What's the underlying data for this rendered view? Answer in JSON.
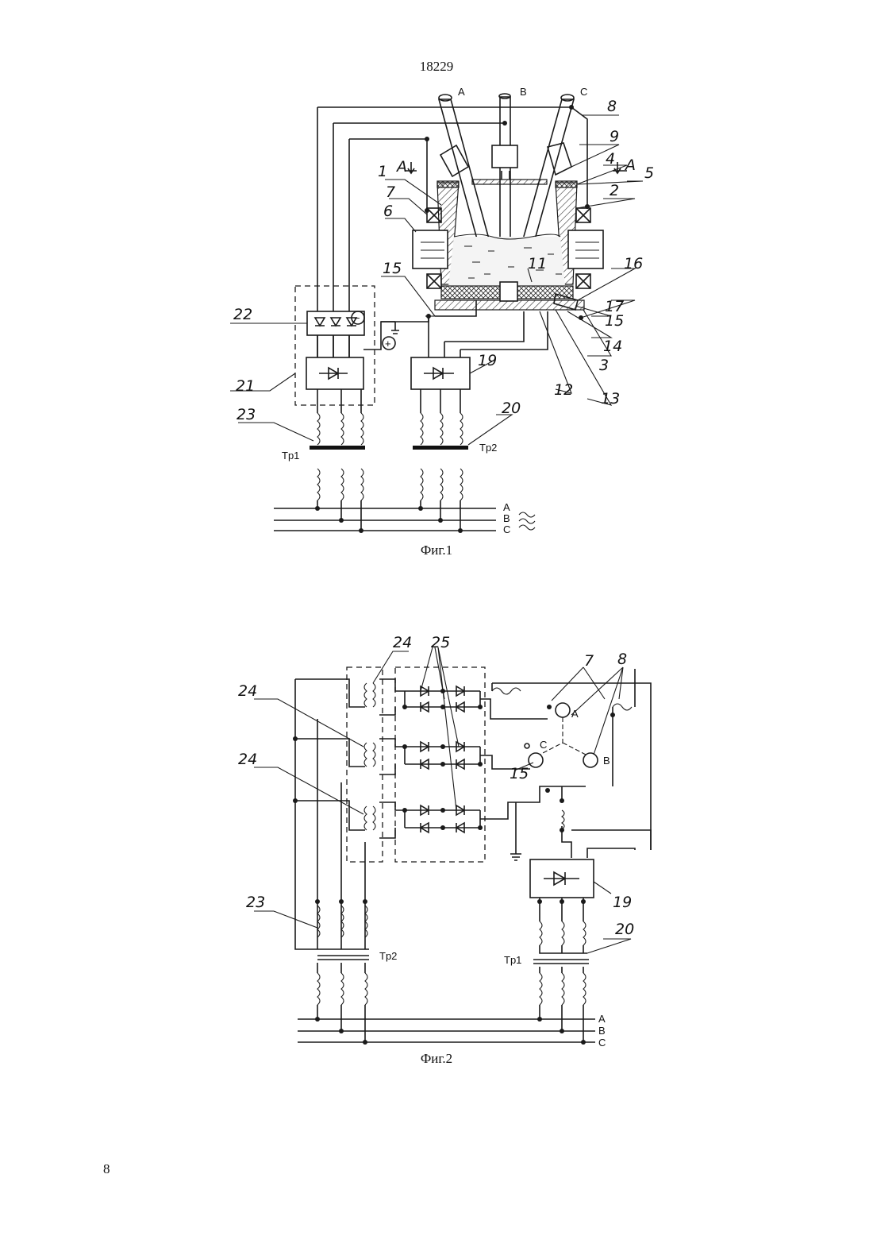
{
  "page": {
    "number_top": "18229",
    "number_bottom": "8"
  },
  "figure1": {
    "caption": "Фиг.1",
    "electrode_labels": [
      "A",
      "B",
      "C"
    ],
    "phase_labels": [
      "A",
      "B",
      "C"
    ],
    "transformer_labels": [
      "Tp1",
      "Tp2"
    ],
    "callouts": [
      "1",
      "2",
      "3",
      "4",
      "5",
      "6",
      "7",
      "8",
      "9",
      "11",
      "12",
      "13",
      "14",
      "15",
      "15",
      "16",
      "17",
      "19",
      "20",
      "21",
      "22",
      "23"
    ],
    "section_marks": [
      "A",
      "A"
    ],
    "polarity": [
      "−",
      "+"
    ]
  },
  "figure2": {
    "caption": "Фиг.2",
    "electrode_labels": [
      "A",
      "B",
      "C"
    ],
    "phase_labels": [
      "A",
      "B",
      "C"
    ],
    "transformer_labels": [
      "Tp2",
      "Tp1"
    ],
    "callouts": [
      "24",
      "24",
      "24",
      "25",
      "7",
      "8",
      "15",
      "19",
      "20",
      "23"
    ]
  }
}
